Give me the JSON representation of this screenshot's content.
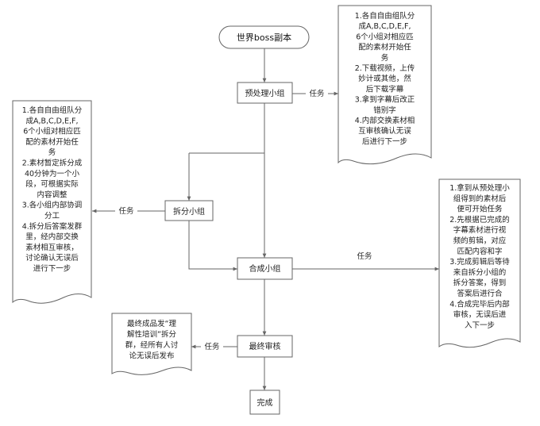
{
  "nodes": {
    "start": "世界boss副本",
    "preprocess": "预处理小组",
    "split": "拆分小组",
    "compose": "合成小组",
    "review": "最终审核",
    "done": "完成"
  },
  "edge_labels": {
    "preprocess_task": "任务",
    "split_task": "任务",
    "compose_task": "任务",
    "review_task": "任务"
  },
  "notes": {
    "preprocess": [
      "1.各自自由组队分",
      "成A,B,C,D,E,F,",
      "6个小组对相应匹",
      "配的素材开始任",
      "务",
      "2.下载视频，上传",
      "妙计或其他，然",
      "后下载字幕",
      "3.拿到字幕后改正",
      "错别字",
      "4.内部交换素材相",
      "互审核确认无误",
      "后进行下一步"
    ],
    "split": [
      "1.各自自由组队分",
      "成A,B,C,D,E,F,",
      "6个小组对相应匹",
      "配的素材开始任",
      "务",
      "2.素材暂定拆分成",
      "40分钟为一个小",
      "段，可根据实际",
      "内容调整",
      "3.各小组内部协调",
      "分工",
      "4.拆分后答案发群",
      "里，经内部交换",
      "素材相互审核，",
      "讨论确认无误后",
      "进行下一步"
    ],
    "compose": [
      "1.拿到从预处理小",
      "组得到的素材后",
      "便可开始任务",
      "2.先根据已完成的",
      "字幕素材进行视",
      "频的剪辑，对应",
      "匹配内容和字",
      "3.完成剪辑后等待",
      "来自拆分小组的",
      "拆分答案，得到",
      "答案后进行合",
      "4.合成完毕后内部",
      "审核，无误后进",
      "入下一步"
    ],
    "review": [
      "最终成品发“理",
      "解性培训”拆分",
      "群，经所有人讨",
      "论无误后发布"
    ]
  }
}
